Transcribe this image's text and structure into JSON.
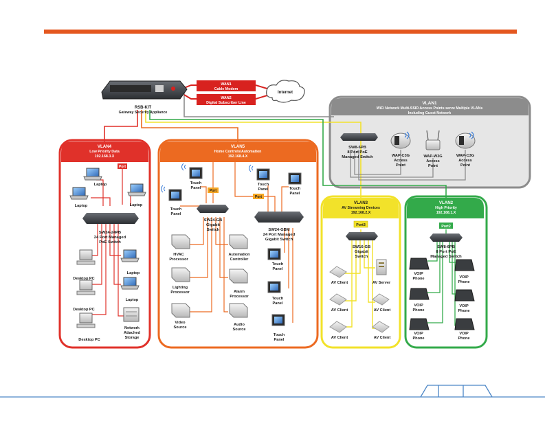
{
  "colors": {
    "accent": "#e4571f",
    "vlan4": "#e0312a",
    "vlan5": "#ec6a21",
    "vlan3": "#f2e22a",
    "vlan2": "#33aa4a",
    "vlan1": "#8c8c8c",
    "wan": "#d8221f",
    "footer_line": "#4c86c6"
  },
  "gateway": {
    "label": "RSB-KIT",
    "sublabel": "Gateway Security Appliance"
  },
  "wan": {
    "wan1": "WAN1",
    "wan1_sub": "Cable Modem",
    "wan2": "WAN2",
    "wan2_sub": "Digital Subscriber Line",
    "internet": "Internet"
  },
  "vlan1": {
    "title": "VLAN1",
    "desc1": "WiFi Network Multi-SSID Access Points serve Multiple VLANs",
    "desc2": "Including Guest Network",
    "switch": [
      "SW8-6PB",
      "8 Port PoE",
      "Managed Switch"
    ],
    "ap1": [
      "WAP-C3G",
      "Access",
      "Point"
    ],
    "ap2": [
      "WAP-W3G",
      "Access",
      "Point"
    ],
    "ap3": [
      "WAP-C3G",
      "Access",
      "Point"
    ]
  },
  "vlan4": {
    "title": "VLAN4",
    "sub": "Low Priority Data",
    "ip": "192.168.3.X",
    "port_tag": "Port",
    "laptop": "Laptop",
    "switch": [
      "SW24-24PB",
      "24 Port Managed",
      "PoE Switch"
    ],
    "desktop": "Desktop PC",
    "storage": [
      "Network",
      "Attached",
      "Storage"
    ]
  },
  "vlan5": {
    "title": "VLAN5",
    "sub": "Home Controls/Automation",
    "ip": "192.168.4.X",
    "port_tag": "Port",
    "touch": [
      "Touch",
      "Panel"
    ],
    "sw1": [
      "SW24-GB",
      "Gigabit",
      "Switch"
    ],
    "sw2": [
      "SW24-GBM",
      "24 Port Managed",
      "Gigabit Switch"
    ],
    "hvac": [
      "HVAC",
      "Processor"
    ],
    "lighting": [
      "Lighting",
      "Processor"
    ],
    "video": [
      "Video",
      "Source"
    ],
    "automation": [
      "Automation",
      "Controller"
    ],
    "alarm": [
      "Alarm",
      "Processor"
    ],
    "audio": [
      "Audio",
      "Source"
    ]
  },
  "vlan3": {
    "title": "VLAN3",
    "sub": "AV Streaming Devices",
    "ip": "192.168.2.X",
    "port_tag": "Port3",
    "switch": [
      "SW16-GB",
      "Gigabit",
      "Switch"
    ],
    "client": "AV Client",
    "server": "AV Server"
  },
  "vlan2": {
    "title": "VLAN2",
    "sub": "High Priority",
    "ip": "192.168.1.X",
    "port_tag": "Port2",
    "switch": [
      "SW8-6PB",
      "8 Port PoE",
      "Managed Switch"
    ],
    "phone": [
      "VOIP",
      "Phone"
    ]
  }
}
